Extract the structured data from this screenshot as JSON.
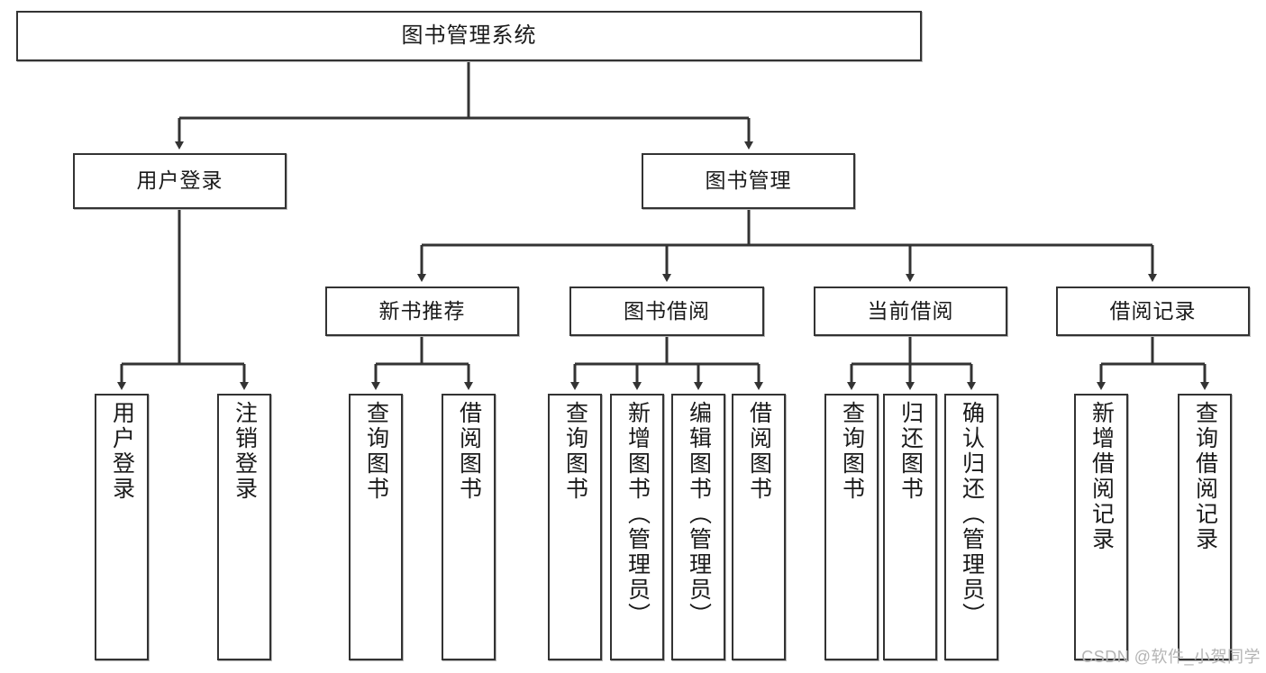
{
  "diagram": {
    "title": "图书管理系统",
    "watermark": "CSDN @软件_小贺同学",
    "line_color": "#333333",
    "box_fill": "#ffffff",
    "text_color": "#1a1a1a"
  },
  "nodes": {
    "root": {
      "label": "图书管理系统"
    },
    "level2": [
      {
        "label": "用户登录"
      },
      {
        "label": "图书管理"
      }
    ],
    "level3": [
      {
        "label": "新书推荐"
      },
      {
        "label": "图书借阅"
      },
      {
        "label": "当前借阅"
      },
      {
        "label": "借阅记录"
      }
    ],
    "leaves": {
      "user_login": [
        {
          "label": "用户登录"
        },
        {
          "label": "注销登录"
        }
      ],
      "new_book": [
        {
          "label": "查询图书"
        },
        {
          "label": "借阅图书"
        }
      ],
      "book_borrow": [
        {
          "label": "查询图书"
        },
        {
          "label": "新增图书（管理员）"
        },
        {
          "label": "编辑图书（管理员）"
        },
        {
          "label": "借阅图书"
        }
      ],
      "current_borrow": [
        {
          "label": "查询图书"
        },
        {
          "label": "归还图书"
        },
        {
          "label": "确认归还（管理员）"
        }
      ],
      "borrow_record": [
        {
          "label": "新增借阅记录"
        },
        {
          "label": "查询借阅记录"
        }
      ]
    }
  }
}
